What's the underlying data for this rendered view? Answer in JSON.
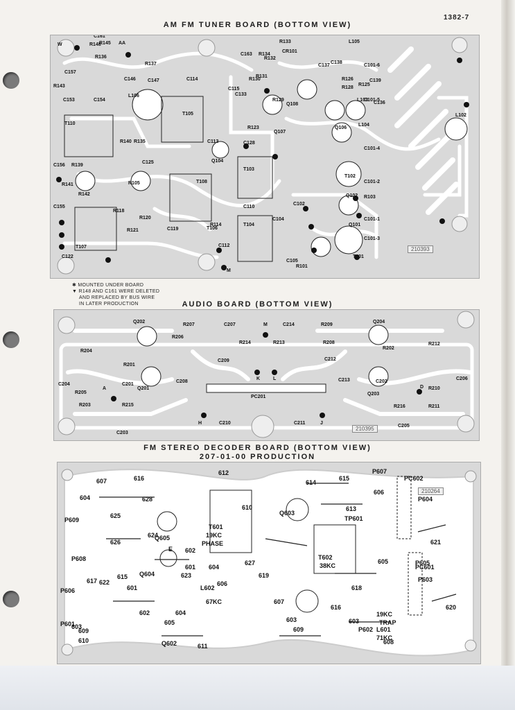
{
  "page_number": "1382-7",
  "titles": {
    "tuner": "AM FM TUNER BOARD (BOTTOM VIEW)",
    "audio": "AUDIO BOARD (BOTTOM VIEW)",
    "decoder": "FM STEREO DECODER BOARD (BOTTOM VIEW)",
    "decoder_sub": "207-01-00 PRODUCTION"
  },
  "notes": {
    "line1": "✱ MOUNTED UNDER BOARD",
    "line2": "▼ R148 AND C161 WERE DELETED",
    "line3": "AND REPLACED BY BUS WIRE",
    "line4": "IN LATER PRODUCTION"
  },
  "board_codes": {
    "tuner": "210393",
    "audio": "210395",
    "decoder": "210264"
  },
  "tuner_labels": [
    "R145",
    "R136",
    "C161",
    "R148",
    "C157",
    "R143",
    "C153",
    "C154",
    "T110",
    "C156",
    "R139",
    "R141",
    "R142",
    "C155",
    "T107",
    "C122",
    "R137",
    "C146",
    "C147",
    "L106",
    "R140",
    "R135",
    "C125",
    "R105",
    "R118",
    "R120",
    "R121",
    "T105",
    "C114",
    "T108",
    "T106",
    "C113",
    "C119",
    "R114",
    "C112",
    "Q104",
    "C115",
    "C163",
    "R134",
    "R132",
    "R133",
    "CR101",
    "R130",
    "R131",
    "R129",
    "C133",
    "R123",
    "Q107",
    "C128",
    "Q108",
    "L105",
    "C137",
    "C138",
    "R126",
    "R128",
    "R125",
    "L103",
    "Q106",
    "C139",
    "L104",
    "C136",
    "L102",
    "T103",
    "C110",
    "T104",
    "C104",
    "C102",
    "Q102",
    "T102",
    "Q101",
    "T101",
    "C105",
    "R101",
    "R103",
    "C101-1",
    "C101-2",
    "C101-3",
    "C101-4",
    "C101-5",
    "C101-6",
    "W",
    "AA",
    "M"
  ],
  "audio_labels": [
    "Q202",
    "R207",
    "C207",
    "M",
    "C214",
    "R209",
    "Q204",
    "R204",
    "R206",
    "R214",
    "R213",
    "R208",
    "R202",
    "R212",
    "R201",
    "C209",
    "C212",
    "C204",
    "C201",
    "Q201",
    "C208",
    "K",
    "L",
    "C213",
    "C202",
    "Q203",
    "D",
    "C206",
    "R205",
    "R203",
    "A",
    "R215",
    "PC201",
    "R216",
    "R210",
    "R211",
    "C203",
    "H",
    "C210",
    "C211",
    "J",
    "C205"
  ],
  "decoder_labels": [
    "607",
    "616",
    "612",
    "614",
    "615",
    "P607",
    "PC602",
    "604",
    "628",
    "Q603",
    "613",
    "606",
    "P604",
    "P609",
    "625",
    "T601",
    "19KC",
    "PHASE",
    "610",
    "TP601",
    "626",
    "624",
    "Q605",
    "602",
    "E",
    "T602",
    "38KC",
    "621",
    "601",
    "604",
    "P605",
    "P608",
    "627",
    "605",
    "PC601",
    "P606",
    "617",
    "615",
    "623",
    "Q604",
    "606",
    "619",
    "618",
    "P603",
    "622",
    "601",
    "L602",
    "67KC",
    "607",
    "616",
    "620",
    "P601",
    "602",
    "604",
    "605",
    "Q602",
    "611",
    "603",
    "603",
    "19KC",
    "TRAP",
    "L601",
    "71KC",
    "609",
    "610",
    "609",
    "P602",
    "608",
    "603"
  ]
}
